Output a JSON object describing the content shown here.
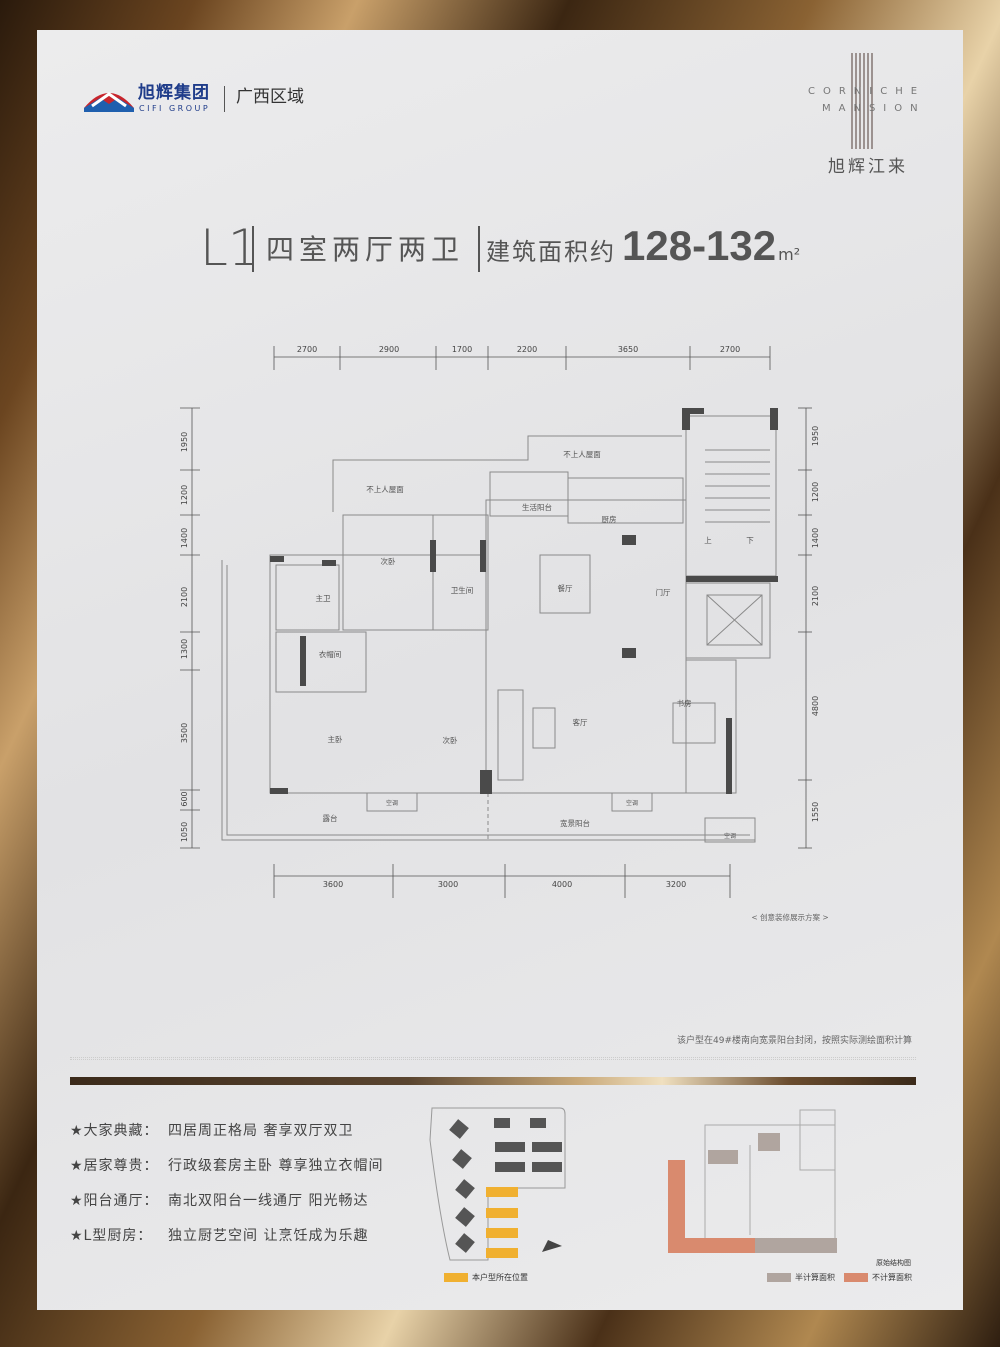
{
  "header": {
    "logo_cn": "旭辉集团",
    "logo_en": "CIFI GROUP",
    "region": "广西区域",
    "brand_en_line1": "CORNICHE",
    "brand_en_line2": "MANSION",
    "brand_cn": "旭辉江来"
  },
  "title": {
    "code": "L1",
    "rooms": "四室两厅两卫",
    "area_label": "建筑面积约",
    "area": "128-132",
    "unit": "m²"
  },
  "plan": {
    "dims_top": [
      "2700",
      "2900",
      "1700",
      "2200",
      "3650",
      "2700"
    ],
    "dims_bottom": [
      "3600",
      "3000",
      "4000",
      "3200"
    ],
    "dims_left": [
      "1950",
      "1200",
      "1400",
      "2100",
      "1300",
      "3500",
      "600",
      "1050"
    ],
    "dims_right": [
      "1950",
      "1200",
      "1400",
      "2100",
      "4800",
      "1550"
    ],
    "rooms": {
      "roof1": "不上人屋面",
      "roof2": "不上人屋面",
      "utility_balcony": "生活阳台",
      "kitchen": "厨房",
      "bedroom2": "次卧",
      "master_bath": "主卫",
      "bathroom": "卫生间",
      "dining": "餐厅",
      "foyer": "门厅",
      "walkin_closet": "衣帽间",
      "master_bedroom": "主卧",
      "bedroom3": "次卧",
      "living": "客厅",
      "study": "书房",
      "terrace": "露台",
      "wide_balcony": "宽景阳台",
      "up": "上",
      "down": "下",
      "ac": "空调"
    },
    "caption": "< 创意装修展示方案 >"
  },
  "notes": {
    "enclosure": "该户型在49#楼南向宽景阳台封闭，按照实际测绘面积计算"
  },
  "features": [
    {
      "key": "★大家典藏：",
      "value": "四居周正格局 奢享双厅双卫"
    },
    {
      "key": "★居家尊贵：",
      "value": "行政级套房主卧 尊享独立衣帽间"
    },
    {
      "key": "★阳台通厅：",
      "value": "南北双阳台一线通厅 阳光畅达"
    },
    {
      "key": "★L型厨房：",
      "value": "独立厨艺空间 让烹饪成为乐趣"
    }
  ],
  "site_map": {
    "legend": "本户型所在位置",
    "legend_color": "#f0b030"
  },
  "structure": {
    "title": "原始结构图",
    "half_area": "半计算面积",
    "no_area": "不计算面积",
    "half_color": "#b0a59f",
    "no_color": "#d98a6e"
  }
}
